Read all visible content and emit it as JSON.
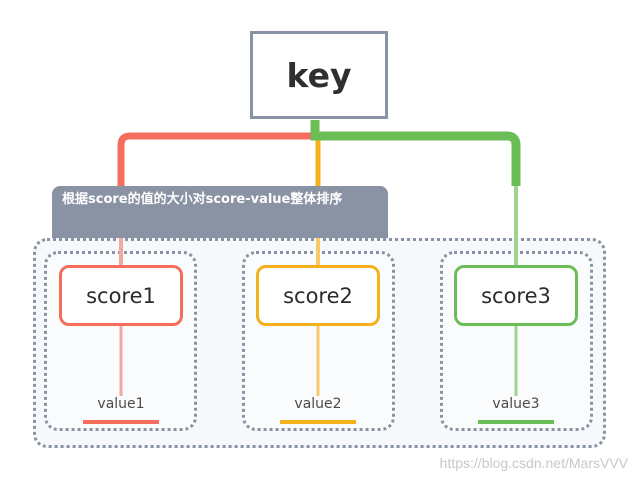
{
  "key": {
    "label": "key"
  },
  "banner": {
    "text": "根据score的值的大小对score-value整体排序"
  },
  "items": [
    {
      "score": "score1",
      "value": "value1",
      "color": "#f56d5c"
    },
    {
      "score": "score2",
      "value": "value2",
      "color": "#f4b11c"
    },
    {
      "score": "score3",
      "value": "value3",
      "color": "#6bbd56"
    }
  ],
  "colors": {
    "border": "#8a93a3"
  },
  "watermark": "https://blog.csdn.net/MarsVVV"
}
